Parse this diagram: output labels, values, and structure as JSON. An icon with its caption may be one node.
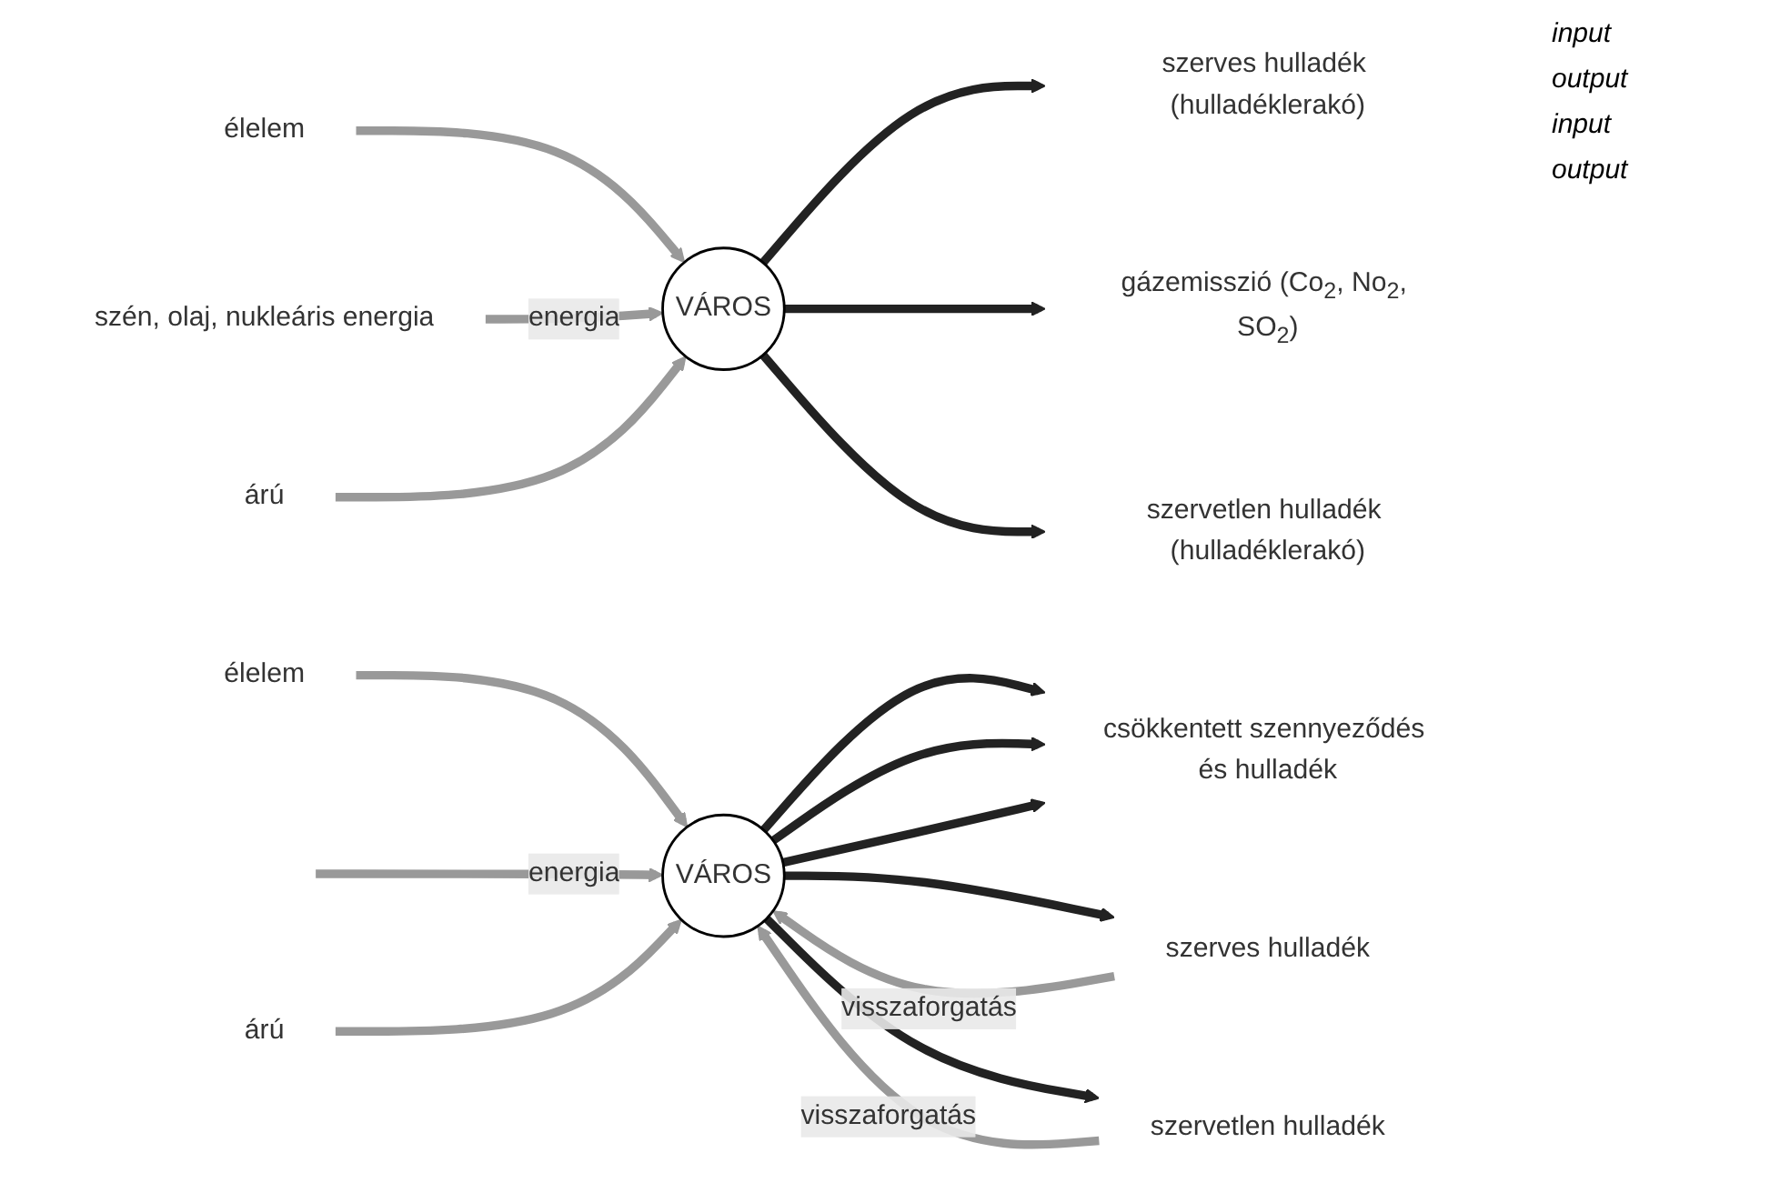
{
  "diagram": {
    "nodes": [
      {
        "text": [
          "élelem"
        ]
      },
      {
        "text": [
          "szén, olaj, nukleáris energia"
        ]
      },
      {
        "text": [
          "árú"
        ]
      },
      {
        "text": [
          "VÁROS"
        ]
      },
      {
        "text": [
          "szerves hulladék (hulladéklerakó)"
        ]
      },
      {
        "text": [
          "gázemisszió (Co$_{2}$, No$_{2}$, SO$_{2}$)"
        ]
      },
      {
        "text": [
          "szervetlen hulladék (hulladéklerakó)"
        ]
      },
      {
        "text": [
          "élelem"
        ]
      },
      {
        "text": [
          "árú"
        ]
      },
      {
        "text": [
          "VÁROS"
        ]
      },
      {
        "text": [
          "szerves hulladék"
        ]
      },
      {
        "text": [
          "szervetlen hulladék"
        ]
      },
      {
        "text": [
          "csökkentett szennyeződés és hulladék"
        ]
      }
    ],
    "edges": [
      {
        "from": 0,
        "to": 3,
        "arrow": "to",
        "color": "#999999"
      },
      {
        "from": 1,
        "to": 3,
        "arrow": "to",
        "color": "#999999",
        "label": "energia"
      },
      {
        "from": 2,
        "to": 3,
        "arrow": "to",
        "color": "#999999"
      },
      {
        "from": 3,
        "to": 4,
        "arrow": "to",
        "color": "#222222"
      },
      {
        "from": 3,
        "to": 5,
        "arrow": "to",
        "color": "#222222"
      },
      {
        "from": 3,
        "to": 6,
        "arrow": "to",
        "color": "#222222"
      },
      {
        "from": 7,
        "to": 9,
        "arrow": "to",
        "color": "#999999"
      },
      {
        "from": null,
        "to": 9,
        "arrow": "to",
        "color": "#999999",
        "label": "energia"
      },
      {
        "from": 8,
        "to": 9,
        "arrow": "to",
        "color": "#999999"
      },
      {
        "from": 9,
        "to": 12,
        "arrow": "to",
        "color": "#222222"
      },
      {
        "from": 9,
        "to": 12,
        "arrow": "to",
        "color": "#222222"
      },
      {
        "from": 9,
        "to": 12,
        "arrow": "to",
        "color": "#222222"
      },
      {
        "from": 9,
        "to": 10,
        "arrow": "to",
        "color": "#222222"
      },
      {
        "from": 10,
        "to": 9,
        "arrow": "to",
        "color": "#999999",
        "label": "visszaforgatás"
      },
      {
        "from": 9,
        "to": 11,
        "arrow": "to",
        "color": "#222222"
      },
      {
        "from": 11,
        "to": 9,
        "arrow": "to",
        "color": "#999999",
        "label": "visszaforgatás"
      }
    ],
    "labels": [
      "input",
      "output",
      "input",
      "output"
    ]
  }
}
